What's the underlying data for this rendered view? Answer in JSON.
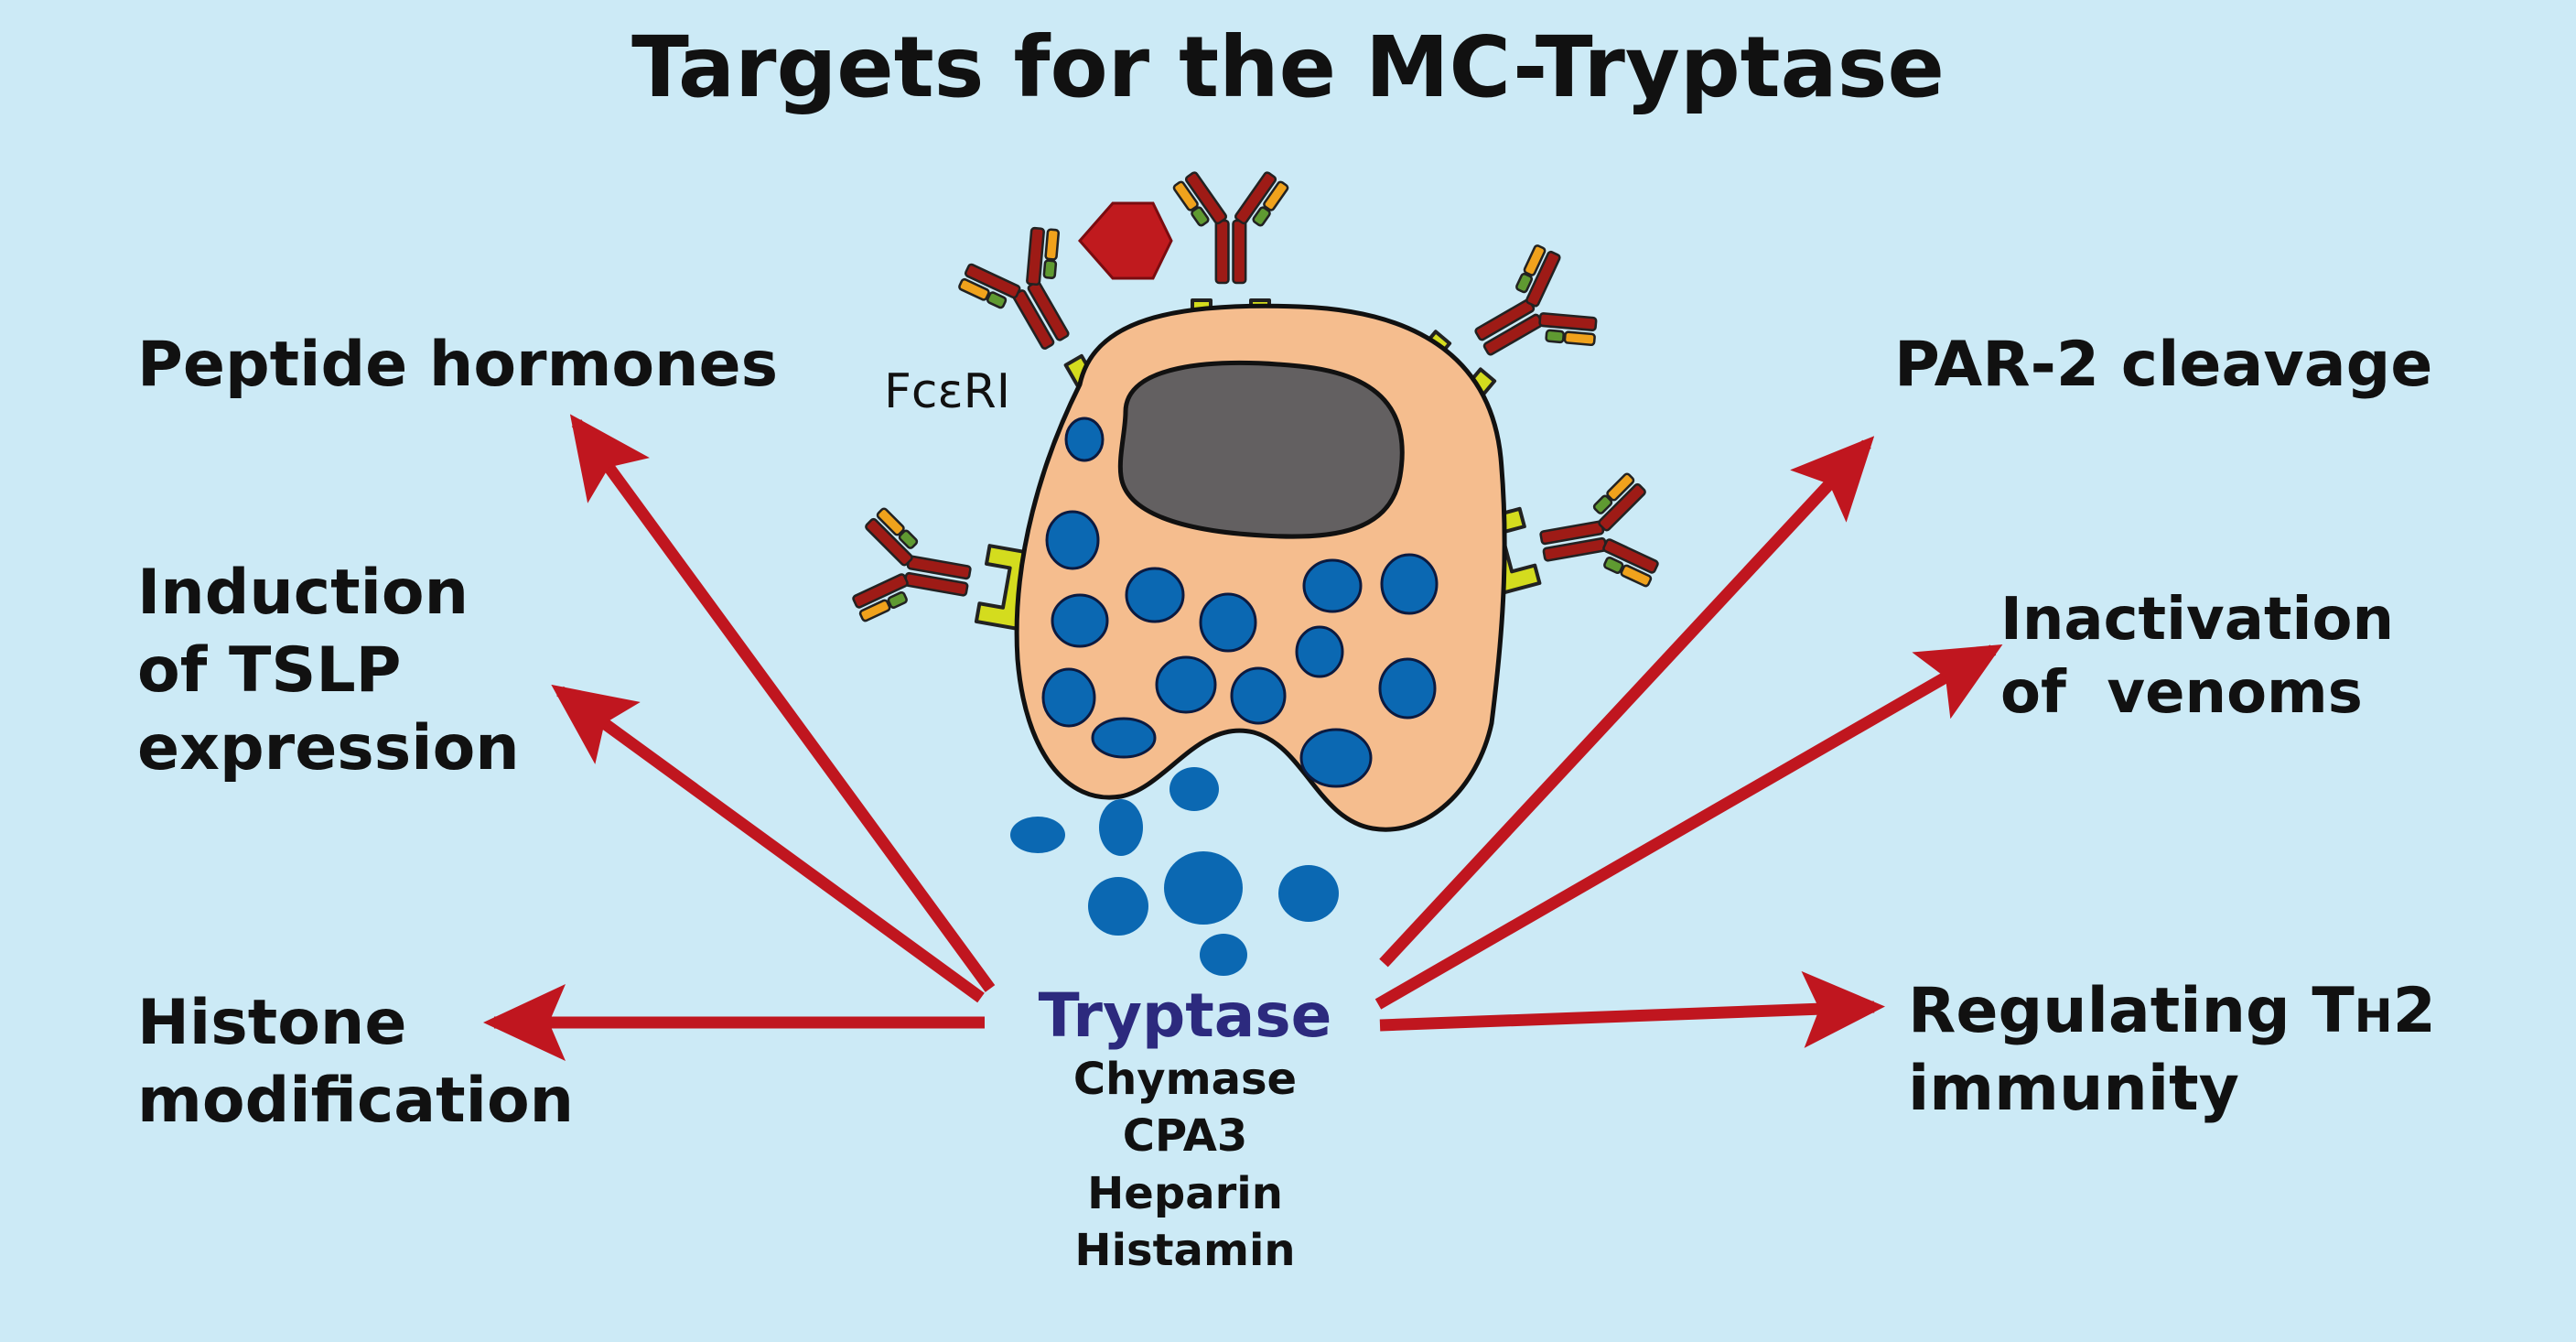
{
  "title": "Targets for the MC-Tryptase",
  "receptor_label": "FcεRI",
  "center": {
    "main": "Tryptase",
    "others": [
      "Chymase",
      "CPA3",
      "Heparin",
      "Histamin"
    ]
  },
  "targets_left": [
    {
      "lines": [
        "Peptide hormones"
      ]
    },
    {
      "lines": [
        "Induction",
        "of TSLP",
        "expression"
      ]
    },
    {
      "lines": [
        "Histone",
        "modification"
      ]
    }
  ],
  "targets_right": [
    {
      "lines": [
        "PAR-2 cleavage"
      ]
    },
    {
      "lines": [
        "Inactivation",
        "of  venoms"
      ]
    },
    {
      "prefix": "Regulating T",
      "smallcaps": "H",
      "suffix": "2",
      "line2": "immunity"
    }
  ],
  "colors": {
    "background": "#cceaf6",
    "arrow": "#c0161f",
    "cell_body": "#f5bd8e",
    "nucleus": "#636061",
    "granule": "#0b68b2",
    "receptor": "#d4dc1e",
    "antibody_heavy": "#9e1b16",
    "antibody_light_orange": "#f0a21c",
    "antibody_light_green": "#5f9a31",
    "allergen": "#c01a1e",
    "tryptase_text": "#2c2a7e"
  },
  "icons": [
    "mast-cell",
    "nucleus",
    "granule",
    "fceri-receptor",
    "ige-antibody",
    "allergen-hexagon",
    "arrow"
  ]
}
